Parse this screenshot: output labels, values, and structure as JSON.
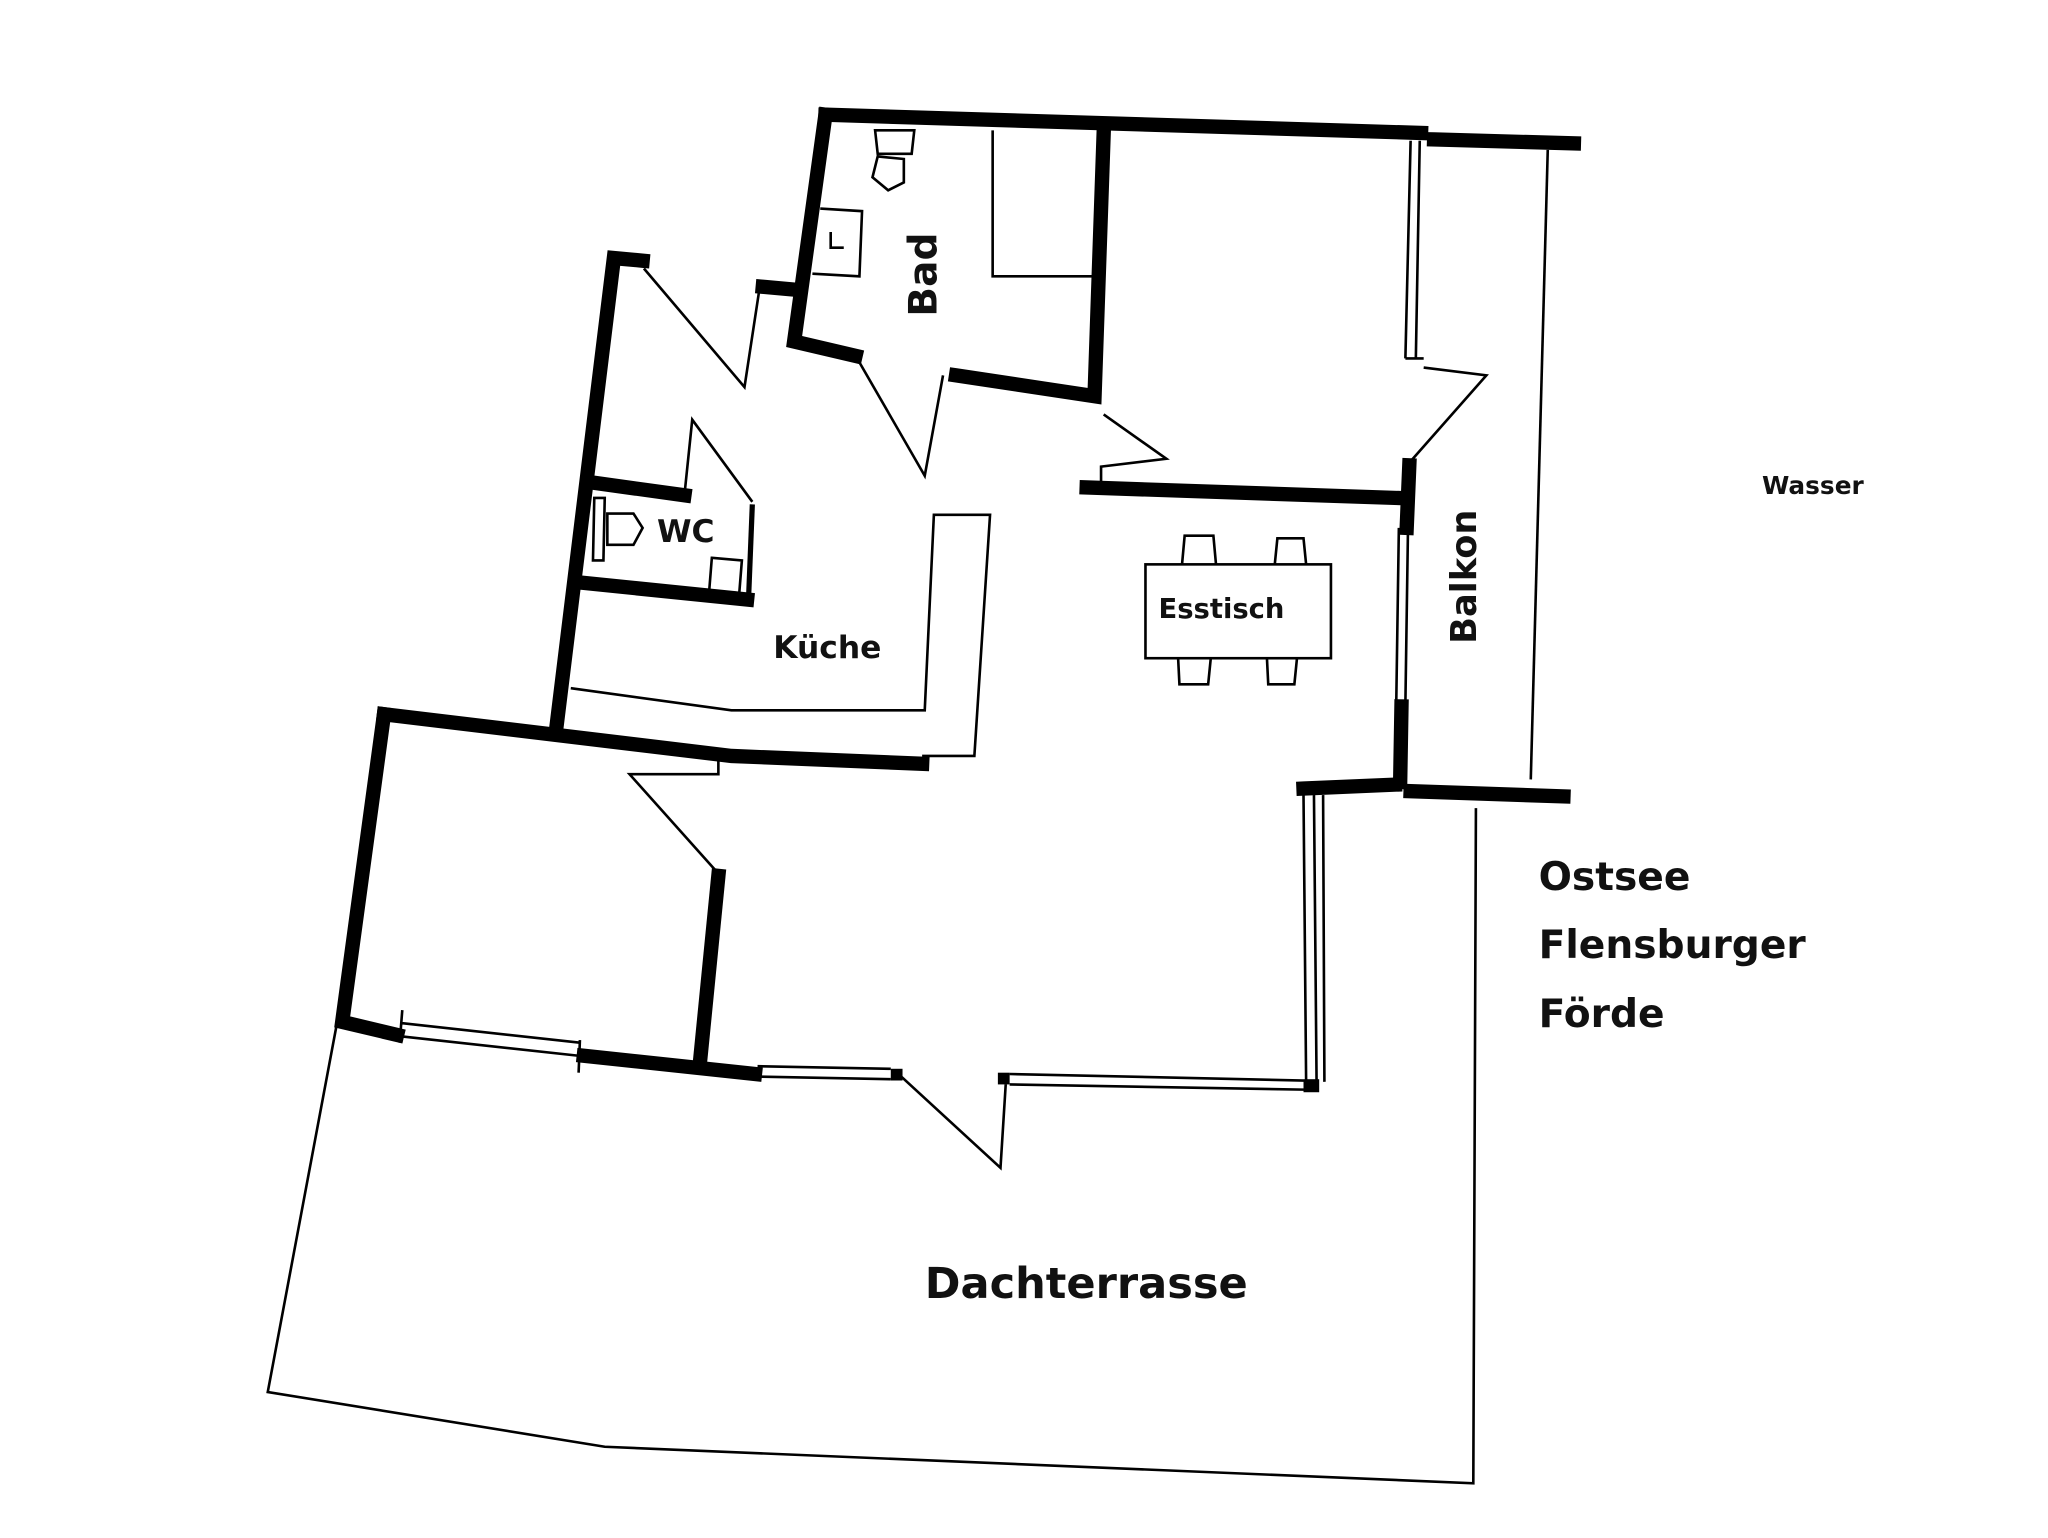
{
  "rooms": {
    "bad": "Bad",
    "wc": "WC",
    "kueche": "Küche",
    "esstisch": "Esstisch",
    "balkon": "Balkon",
    "dachterrasse": "Dachterrasse"
  },
  "surroundings": {
    "wasser": "Wasser",
    "line1": "Ostsee",
    "line2": "Flensburger",
    "line3": "Förde"
  },
  "colors": {
    "wall": "#000000",
    "background": "#ffffff"
  }
}
